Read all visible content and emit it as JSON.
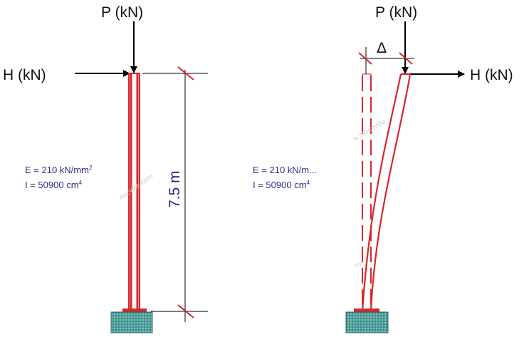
{
  "left_figure": {
    "load_p": "P (kN)",
    "load_h": "H (kN)",
    "modulus": "E = 210 kN/mm",
    "modulus_exp": "2",
    "inertia": "I = 50900  cm",
    "inertia_exp": "4",
    "height": "7.5 m",
    "watermark": ".nucville.com"
  },
  "right_figure": {
    "load_p": "P (kN)",
    "load_h": "H (kN)",
    "deflection": "Δ",
    "modulus": "E = 210 kN/m...",
    "inertia": "I = 50900  cm",
    "inertia_exp": "4",
    "watermark": "w.structville",
    "watermark2": "ruc"
  },
  "colors": {
    "column": "#d9262b",
    "base": "#3f8f8c",
    "text": "#2a2f8a"
  }
}
